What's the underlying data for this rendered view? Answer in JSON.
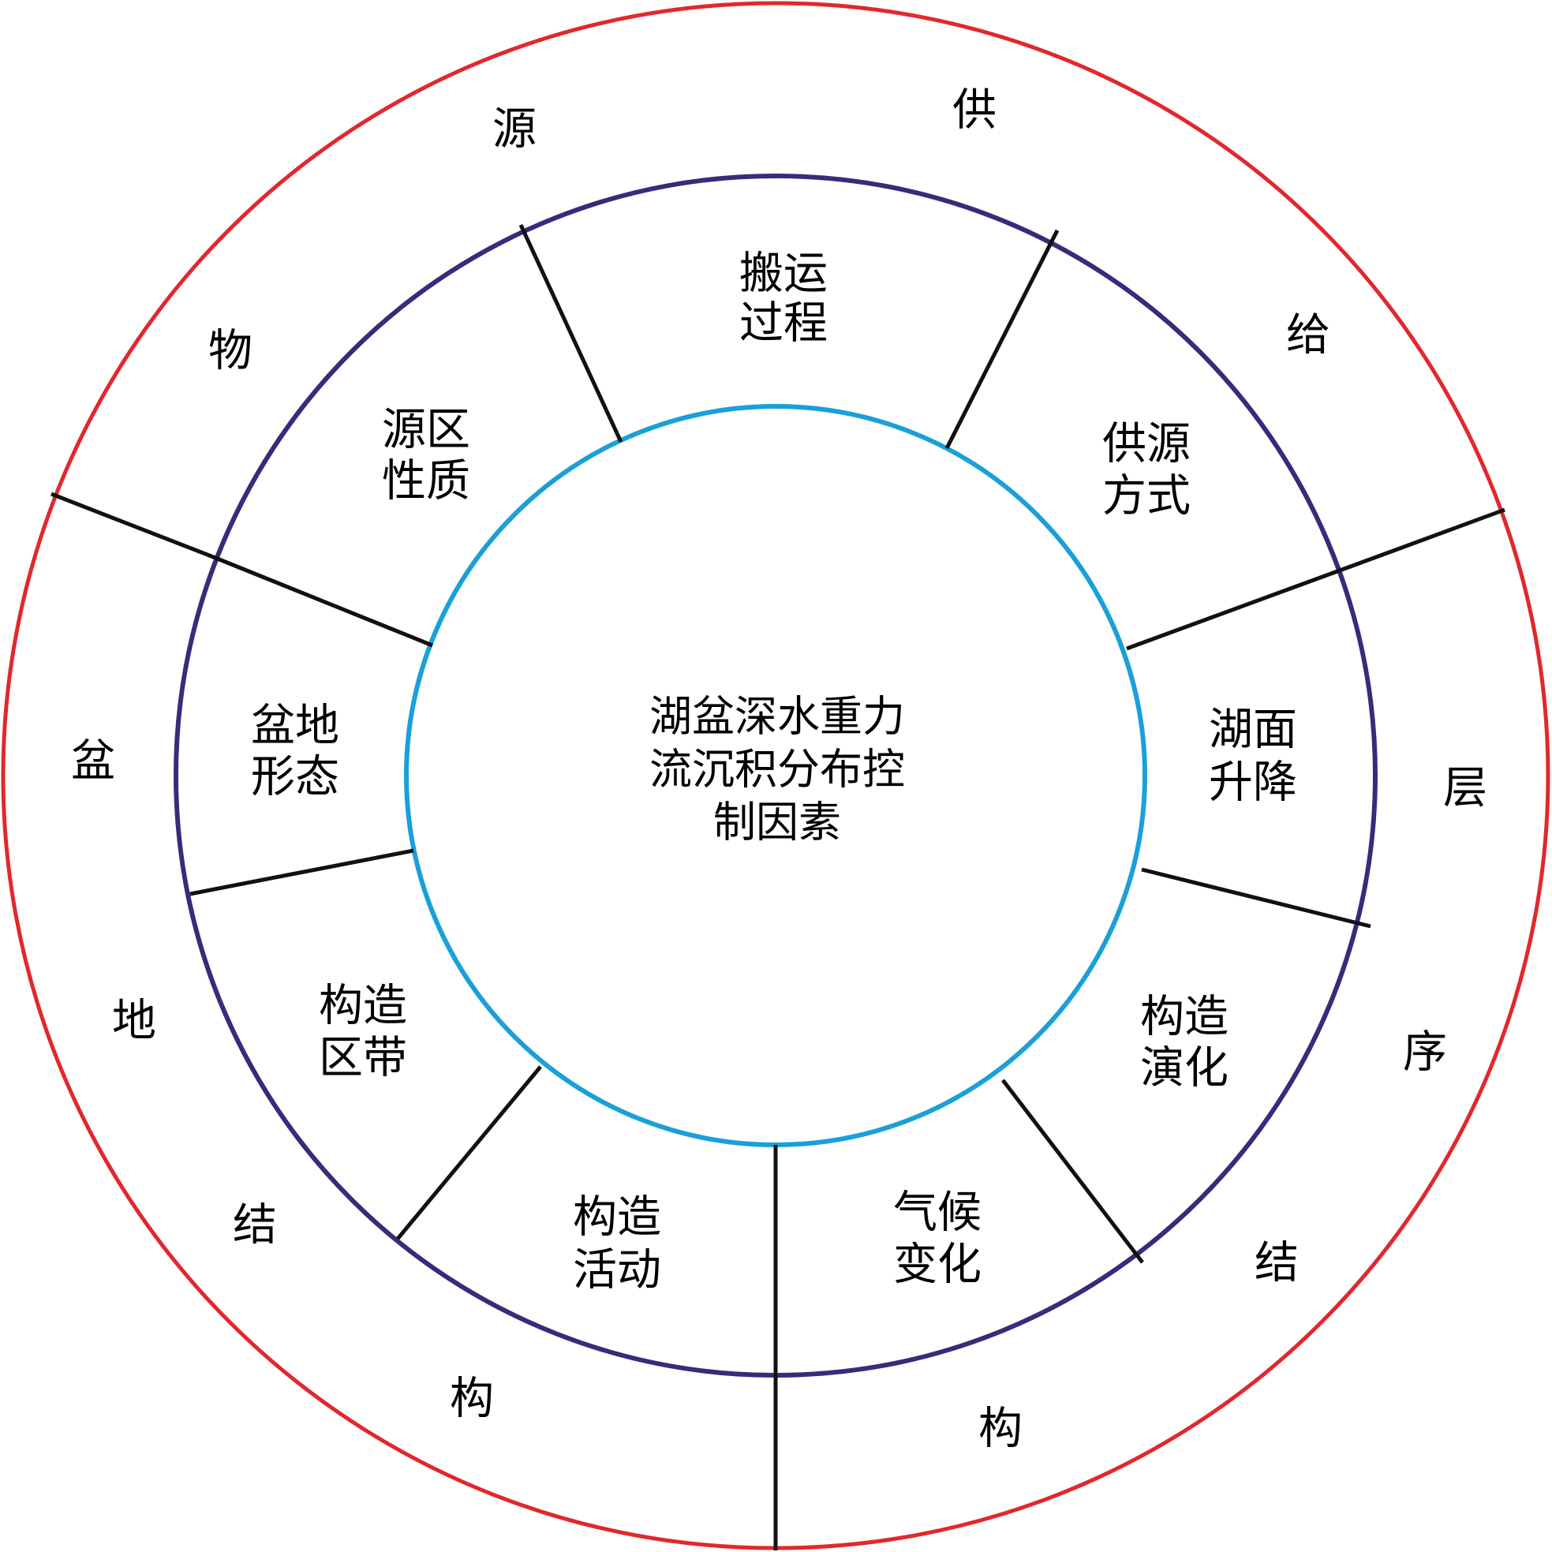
{
  "colors": {
    "outer_ring": "#e0282e",
    "middle_ring": "#3a2a7a",
    "inner_ring": "#1aa0d8",
    "dividers": "#111111",
    "text": "#000000"
  },
  "center_label": [
    "湖盆深水重力",
    "流沉积分布控",
    "制因素"
  ],
  "middle_segments": [
    {
      "id": "banyun",
      "lines": [
        "搬运",
        "过程"
      ]
    },
    {
      "id": "gongyuan",
      "lines": [
        "供源",
        "方式"
      ]
    },
    {
      "id": "humian",
      "lines": [
        "湖面",
        "升降"
      ]
    },
    {
      "id": "gouzao-yanhua",
      "lines": [
        "构造",
        "演化"
      ]
    },
    {
      "id": "qihou",
      "lines": [
        "气候",
        "变化"
      ]
    },
    {
      "id": "gouzao-huodong",
      "lines": [
        "构造",
        "活动"
      ]
    },
    {
      "id": "gouzao-qudai",
      "lines": [
        "构造",
        "区带"
      ]
    },
    {
      "id": "pendi-xingtai",
      "lines": [
        "盆地",
        "形态"
      ]
    },
    {
      "id": "yuanqu",
      "lines": [
        "源区",
        "性质"
      ]
    }
  ],
  "outer_groups": [
    {
      "id": "wuyuan-gonggei",
      "chars": [
        "物",
        "源",
        "供",
        "给"
      ]
    },
    {
      "id": "cengxu-jiegou",
      "chars": [
        "层",
        "序",
        "结",
        "构"
      ]
    },
    {
      "id": "pendi-jiegou",
      "chars": [
        "构",
        "结",
        "地",
        "盆"
      ]
    }
  ]
}
